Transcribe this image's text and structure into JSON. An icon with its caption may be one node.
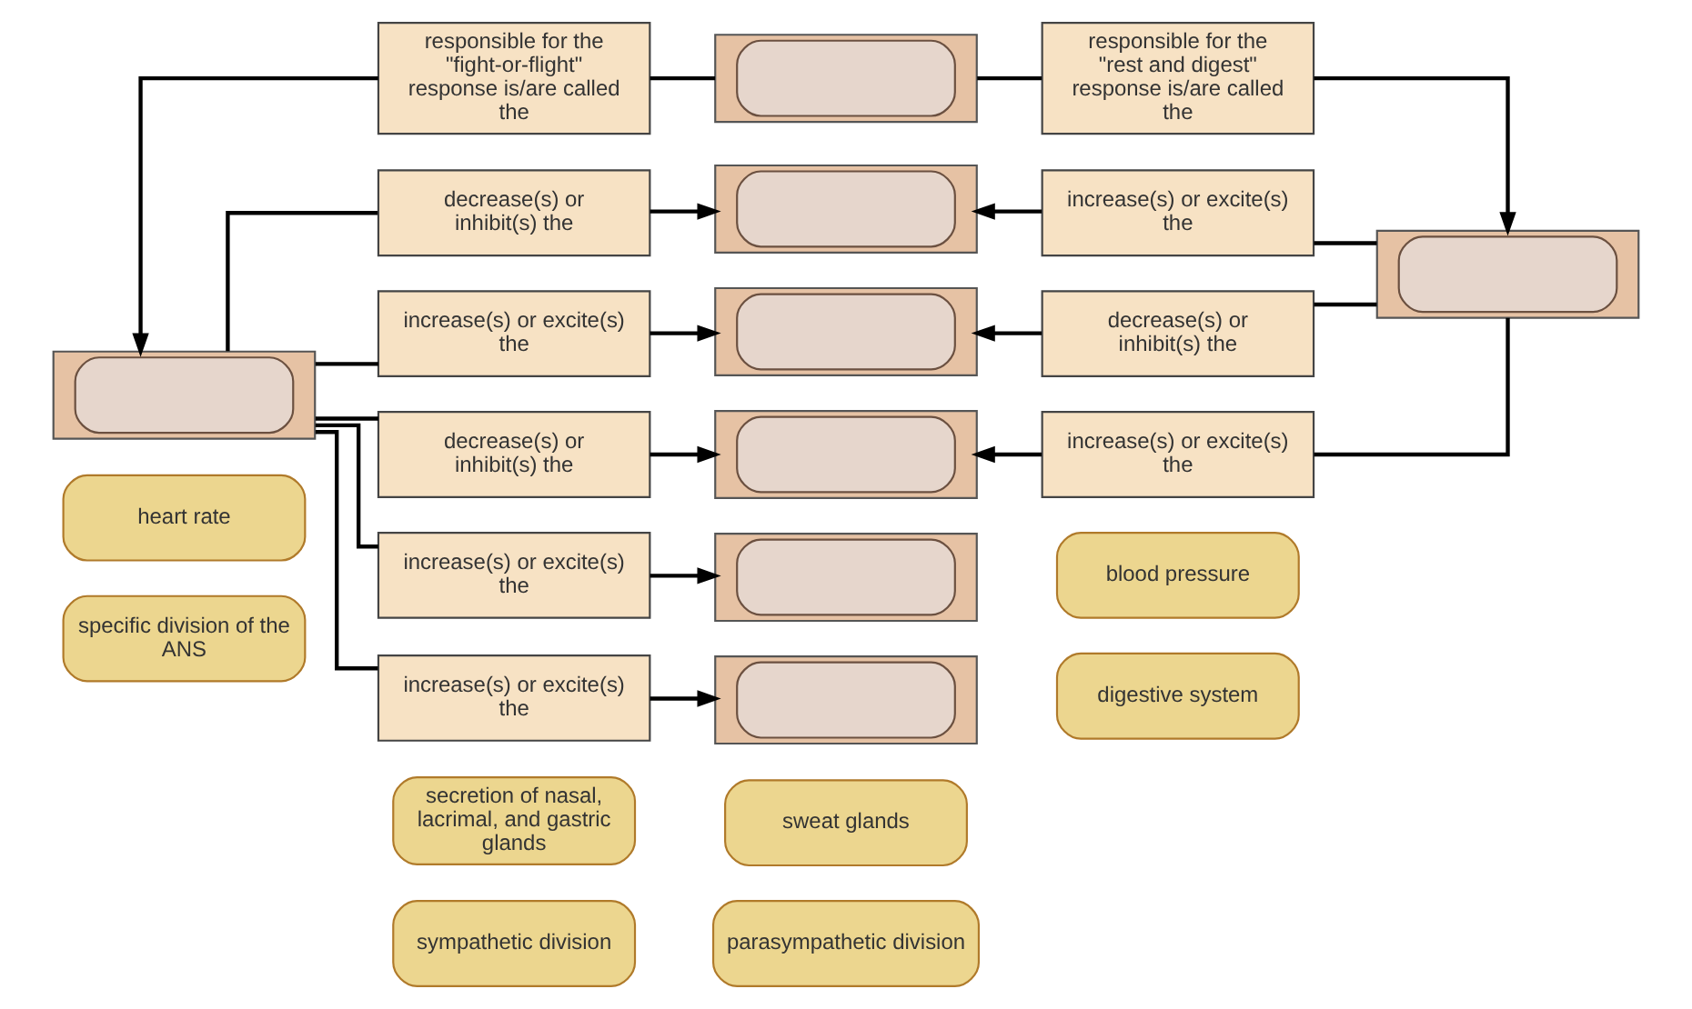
{
  "diagram": {
    "nodes": [
      {
        "text": [
          "specific division of the ANS"
        ]
      },
      {
        "text": [
          "sympathetic division"
        ]
      },
      {
        "text": [
          "parasympathetic division"
        ]
      },
      {
        "text": [
          "digestive system"
        ]
      },
      {
        "text": [
          "heart rate"
        ]
      },
      {
        "text": [
          "secretion of nasal, lacrimal, and gastric glands"
        ]
      },
      {
        "text": [
          "sweat glands"
        ]
      },
      {
        "text": [
          "blood pressure"
        ]
      },
      {
        "text": [
          "responsible for the \"fight-or-flight\" response is/are called the"
        ]
      },
      {
        "text": [],
        "shape": "box"
      },
      {
        "text": [
          "responsible for the \"rest and digest\" response is/are called the"
        ]
      },
      {
        "text": [
          "decrease(s) or inhibit(s) the"
        ]
      },
      {
        "text": [],
        "shape": "box"
      },
      {
        "text": [
          "increase(s) or excite(s) the"
        ]
      },
      {
        "text": [],
        "shape": "box"
      },
      {
        "text": [
          "increase(s) or excite(s) the"
        ]
      },
      {
        "text": [],
        "shape": "box"
      },
      {
        "text": [
          "decrease(s) or inhibit(s) the"
        ]
      },
      {
        "text": [],
        "shape": "box"
      },
      {
        "text": [
          "decrease(s) or inhibit(s) the"
        ]
      },
      {
        "text": [],
        "shape": "box"
      },
      {
        "text": [
          "increase(s) or excite(s) the"
        ]
      },
      {
        "text": [
          "increase(s) or excite(s) the"
        ]
      },
      {
        "text": [],
        "shape": "box"
      },
      {
        "text": [
          "increase(s) or excite(s) the"
        ]
      },
      {
        "text": [],
        "shape": "box"
      }
    ],
    "edges": [
      {
        "from": 8,
        "to": 9,
        "arrow": "none"
      },
      {
        "from": 9,
        "to": 10,
        "arrow": "none"
      },
      {
        "from": 8,
        "to": 18,
        "arrow": "to"
      },
      {
        "from": 10,
        "to": 14,
        "arrow": "to"
      },
      {
        "from": 18,
        "to": 11,
        "arrow": "none"
      },
      {
        "from": 11,
        "to": 12,
        "arrow": "to"
      },
      {
        "from": 14,
        "to": 13,
        "arrow": "none"
      },
      {
        "from": 13,
        "to": 12,
        "arrow": "to"
      },
      {
        "from": 18,
        "to": 15,
        "arrow": "none"
      },
      {
        "from": 15,
        "to": 16,
        "arrow": "to"
      },
      {
        "from": 14,
        "to": 17,
        "arrow": "none"
      },
      {
        "from": 17,
        "to": 16,
        "arrow": "to"
      },
      {
        "from": 18,
        "to": 19,
        "arrow": "none"
      },
      {
        "from": 19,
        "to": 20,
        "arrow": "to"
      },
      {
        "from": 14,
        "to": 21,
        "arrow": "none"
      },
      {
        "from": 21,
        "to": 20,
        "arrow": "to"
      },
      {
        "from": 18,
        "to": 22,
        "arrow": "none"
      },
      {
        "from": 22,
        "to": 23,
        "arrow": "to"
      },
      {
        "from": 18,
        "to": 24,
        "arrow": "none"
      },
      {
        "from": 24,
        "to": 25,
        "arrow": "to"
      }
    ]
  }
}
